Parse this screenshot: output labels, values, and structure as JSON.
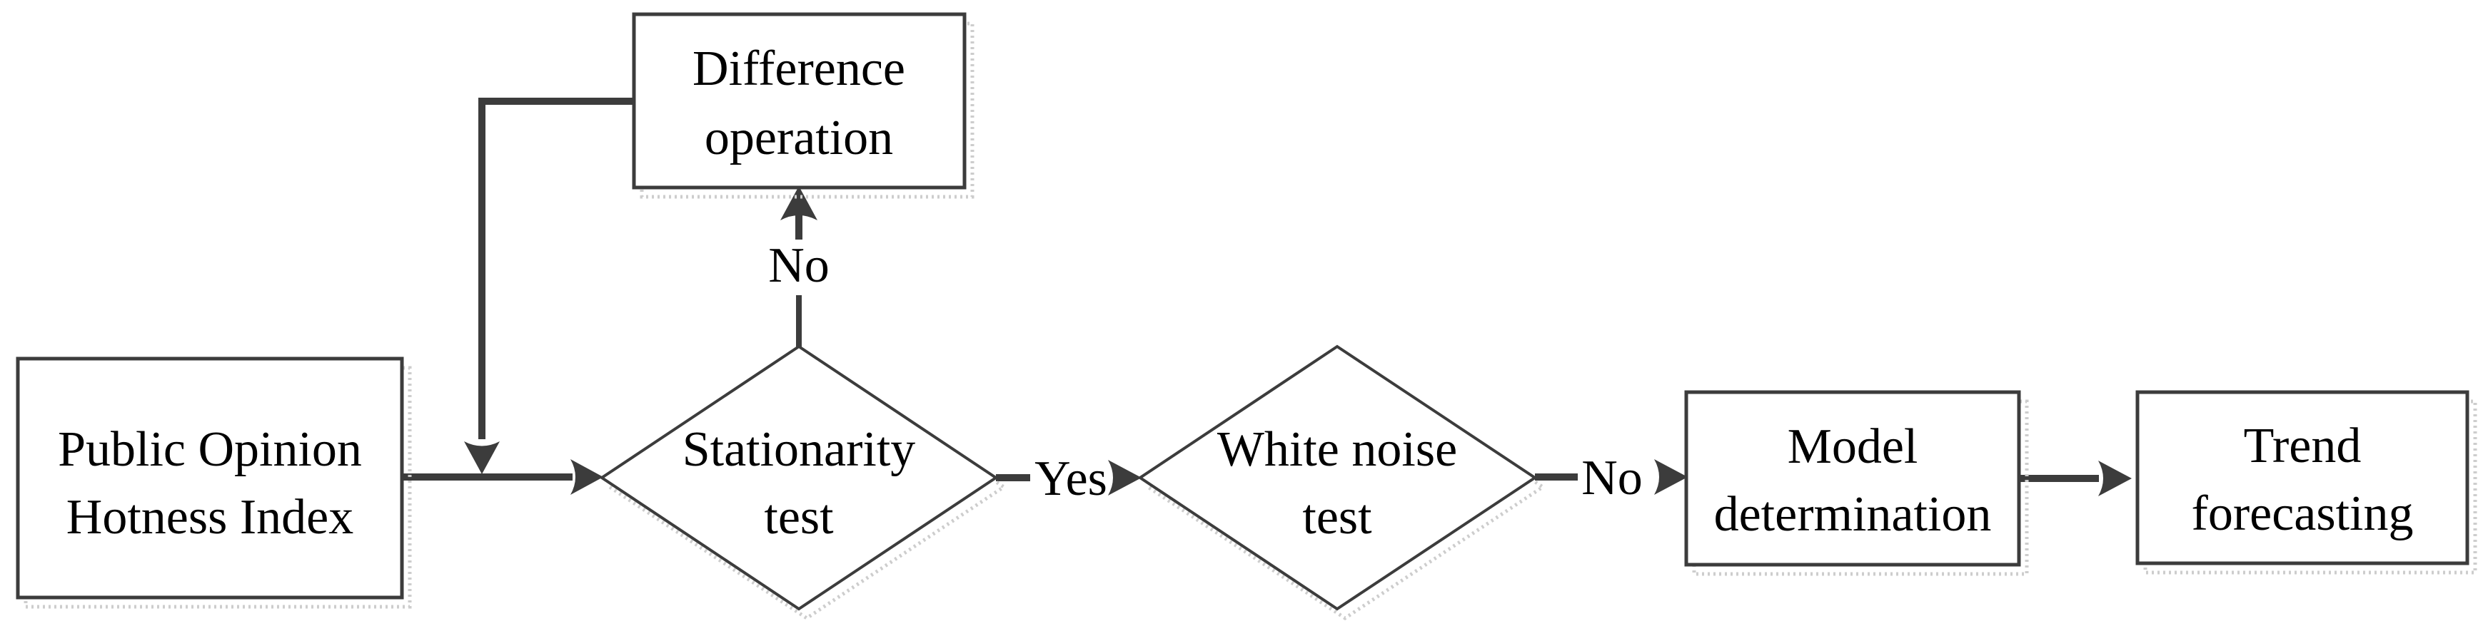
{
  "diagram": {
    "type": "flowchart",
    "background_color": "#ffffff",
    "line_color": "#3c3c3c",
    "text_color": "#000000",
    "shadow_color": "#cdcdcd",
    "nodes": {
      "public_opinion": {
        "shape": "rectangle",
        "label": "Public Opinion Hotness Index",
        "line1": "Public Opinion",
        "line2": "Hotness Index"
      },
      "difference_operation": {
        "shape": "rectangle",
        "label": "Difference operation",
        "line1": "Difference",
        "line2": "operation"
      },
      "stationarity_test": {
        "shape": "diamond",
        "label": "Stationarity test",
        "line1": "Stationarity",
        "line2": "test"
      },
      "white_noise_test": {
        "shape": "diamond",
        "label": "White noise test",
        "line1": "White noise",
        "line2": "test"
      },
      "model_determination": {
        "shape": "rectangle",
        "label": "Model determination",
        "line1": "Model",
        "line2": "determination"
      },
      "trend_forecasting": {
        "shape": "rectangle",
        "label": "Trend forecasting",
        "line1": "Trend",
        "line2": "forecasting"
      }
    },
    "edges": [
      {
        "from": "public_opinion",
        "to": "stationarity_test",
        "label": ""
      },
      {
        "from": "stationarity_test",
        "to": "difference_operation",
        "label": "No"
      },
      {
        "from": "difference_operation",
        "to": "stationarity_test",
        "label": ""
      },
      {
        "from": "stationarity_test",
        "to": "white_noise_test",
        "label": "Yes"
      },
      {
        "from": "white_noise_test",
        "to": "model_determination",
        "label": "No"
      },
      {
        "from": "model_determination",
        "to": "trend_forecasting",
        "label": ""
      }
    ],
    "edge_labels": {
      "stationarity_no": "No",
      "stationarity_yes": "Yes",
      "white_noise_no": "No"
    }
  }
}
